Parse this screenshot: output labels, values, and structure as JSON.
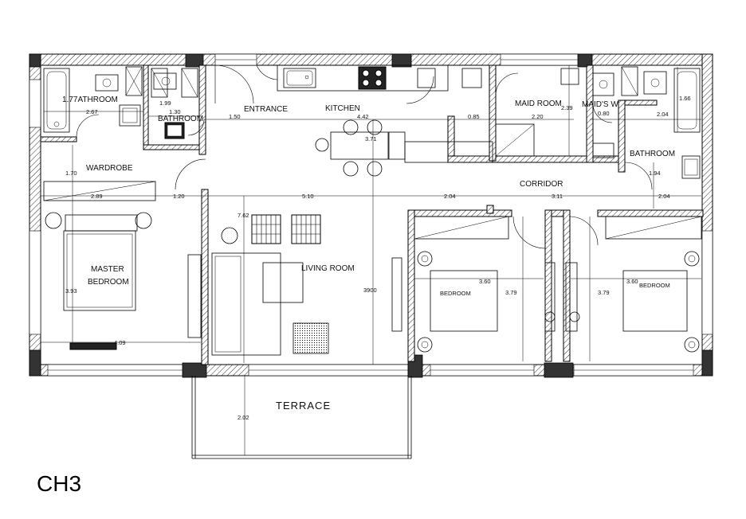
{
  "plan_code": "CH3",
  "rooms": {
    "bathroom_a": "1.77ATHROOM",
    "bathroom_b": "BATHROOM",
    "entrance": "ENTRANCE",
    "kitchen": "KITCHEN",
    "maid_room": "MAID ROOM",
    "maids_wc": "MAID'S W",
    "bathroom_c": "BATHROOM",
    "wardrobe": "WARDROBE",
    "corridor": "CORRIDOR",
    "master_bedroom_1": "MASTER",
    "master_bedroom_2": "BEDROOM",
    "living_room": "LIVING ROOM",
    "bedroom_1": "BEDROOM",
    "bedroom_2": "BEDROOM",
    "terrace": "TERRACE"
  },
  "dimensions": {
    "d_267": "2.67",
    "d_199": "1.99",
    "d_130": "1.30",
    "d_150": "1.50",
    "d_442": "4.42",
    "d_371": "3.71",
    "d_085": "0.85",
    "d_220": "2.20",
    "d_239": "2.39",
    "d_080": "0.80",
    "d_204a": "2.04",
    "d_166": "1.66",
    "d_170": "1.70",
    "d_194": "1.94",
    "d_289": "2.89",
    "d_120": "1.20",
    "d_510": "5.10",
    "d_204b": "2.04",
    "d_311": "3.11",
    "d_204c": "2.04",
    "d_762": "7.62",
    "d_393": "3.93",
    "d_3900": "3900",
    "d_360a": "3.60",
    "d_379a": "3.79",
    "d_379b": "3.79",
    "d_360b": "3.60",
    "d_409": "4.09",
    "d_202": "2.02"
  }
}
